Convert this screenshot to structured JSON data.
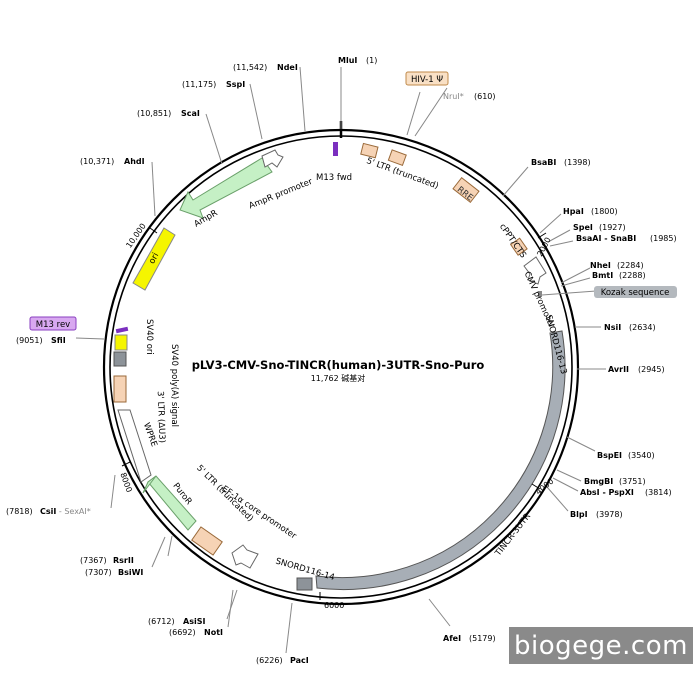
{
  "plasmid": {
    "name": "pLV3-CMV-Sno-TINCR(human)-3UTR-Sno-Puro",
    "size_label": "11,762 碱基对"
  },
  "watermark": "biogege.com",
  "ticks": [
    "2000",
    "4000",
    "6000",
    "8000",
    "10,000"
  ],
  "sites": [
    {
      "name": "MluI",
      "pos": "(1)"
    },
    {
      "name": "NruI*",
      "pos": "(610)"
    },
    {
      "name": "BsaBI",
      "pos": "(1398)"
    },
    {
      "name": "HpaI",
      "pos": "(1800)"
    },
    {
      "name": "SpeI",
      "pos": "(1927)"
    },
    {
      "name": "BsaAI - SnaBI",
      "pos": "(1985)"
    },
    {
      "name": "NheI",
      "pos": "(2284)"
    },
    {
      "name": "BmtI",
      "pos": "(2288)"
    },
    {
      "name": "NsiI",
      "pos": "(2634)"
    },
    {
      "name": "AvrII",
      "pos": "(2945)"
    },
    {
      "name": "BspEI",
      "pos": "(3540)"
    },
    {
      "name": "BmgBI",
      "pos": "(3751)"
    },
    {
      "name": "AbsI - PspXI",
      "pos": "(3814)"
    },
    {
      "name": "BlpI",
      "pos": "(3978)"
    },
    {
      "name": "AfeI",
      "pos": "(5179)"
    },
    {
      "name": "PacI",
      "pos": "(6226)"
    },
    {
      "name": "AsiSI",
      "pos": "(6712)"
    },
    {
      "name": "NotI",
      "pos": "(6692)"
    },
    {
      "name": "RsrII",
      "pos": "(7367)"
    },
    {
      "name": "BsiWI",
      "pos": "(7307)"
    },
    {
      "name": "CsiI - SexAI*",
      "pos": "(7818)"
    },
    {
      "name": "SfiI",
      "pos": "(9051)"
    },
    {
      "name": "AhdI",
      "pos": "(10,371)"
    },
    {
      "name": "ScaI",
      "pos": "(10,851)"
    },
    {
      "name": "SspI",
      "pos": "(11,175)"
    },
    {
      "name": "NdeI",
      "pos": "(11,542)"
    }
  ],
  "features": {
    "hiv_psi": "HIV-1 Ψ",
    "ltr5_top": "5' LTR (truncated)",
    "rre": "RRE",
    "cppt": "cPPT/CTS",
    "cmv": "CMV promoter",
    "kozak": "Kozak sequence",
    "snord13": "SNORD116-13",
    "tincr": "TINCR-3UTR",
    "snord14": "SNORD116-14",
    "ef1a": "EF-1α core promoter",
    "ltr5_bottom": "5' LTR (truncated)",
    "puror": "PuroR",
    "wpre": "WPRE",
    "ltr3": "3' LTR (ΔU3)",
    "sv40polya": "SV40 poly(A) signal",
    "sv40ori": "SV40 ori",
    "m13rev": "M13 rev",
    "ori": "ori",
    "ampr": "AmpR",
    "ampr_prom": "AmpR promoter",
    "m13fwd": "M13 fwd"
  }
}
